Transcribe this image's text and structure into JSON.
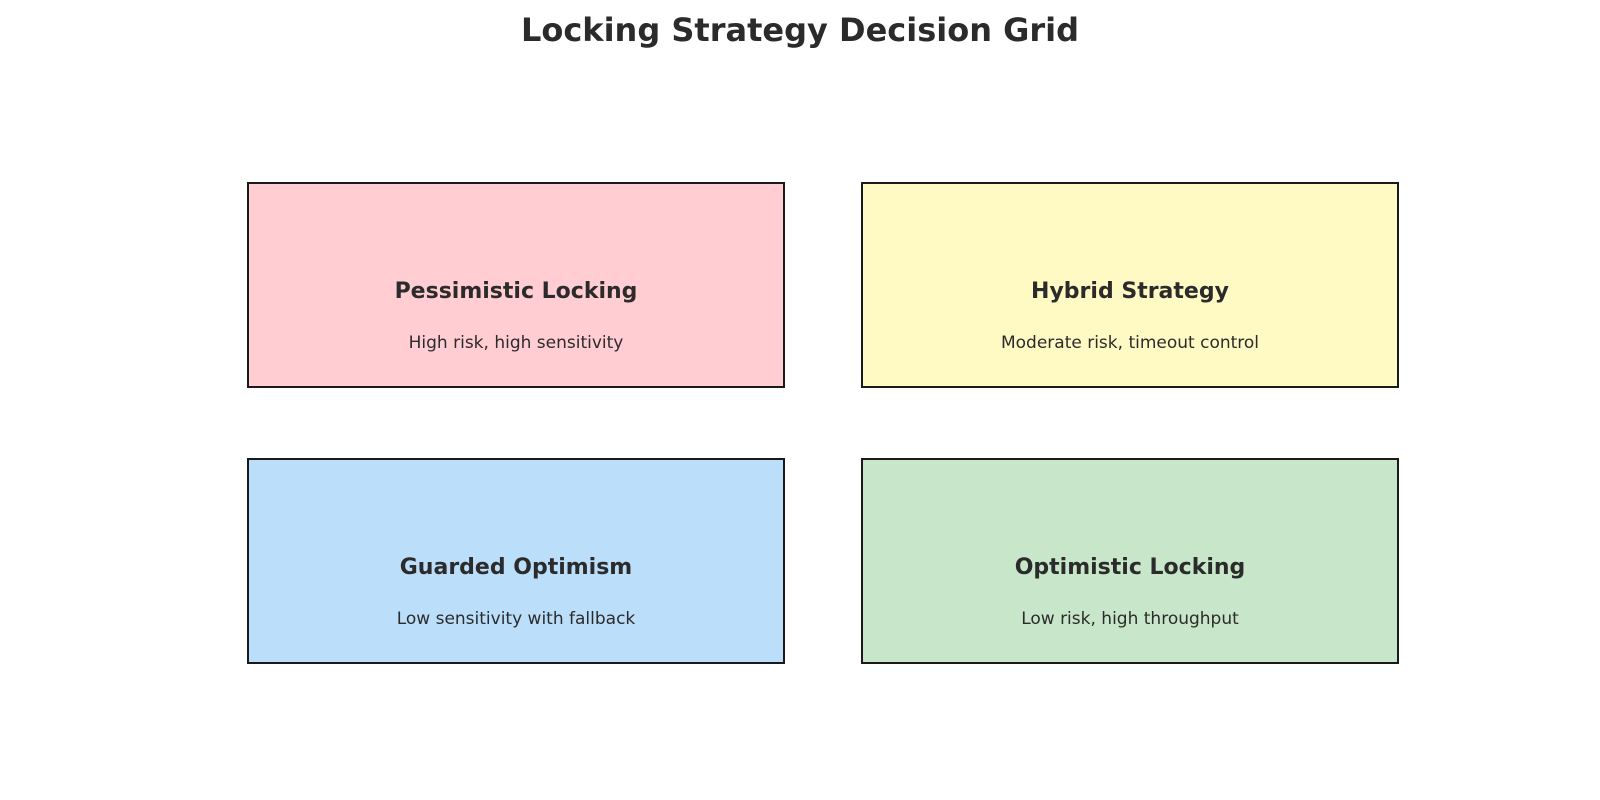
{
  "title": "Locking Strategy Decision Grid",
  "quadrants": [
    {
      "label": "Pessimistic Locking",
      "desc": "High risk, high sensitivity",
      "color": "#ffcdd2"
    },
    {
      "label": "Hybrid Strategy",
      "desc": "Moderate risk, timeout control",
      "color": "#fff9c4"
    },
    {
      "label": "Guarded Optimism",
      "desc": "Low sensitivity with fallback",
      "color": "#bbdefb"
    },
    {
      "label": "Optimistic Locking",
      "desc": "Low risk, high throughput",
      "color": "#c8e6c9"
    }
  ]
}
